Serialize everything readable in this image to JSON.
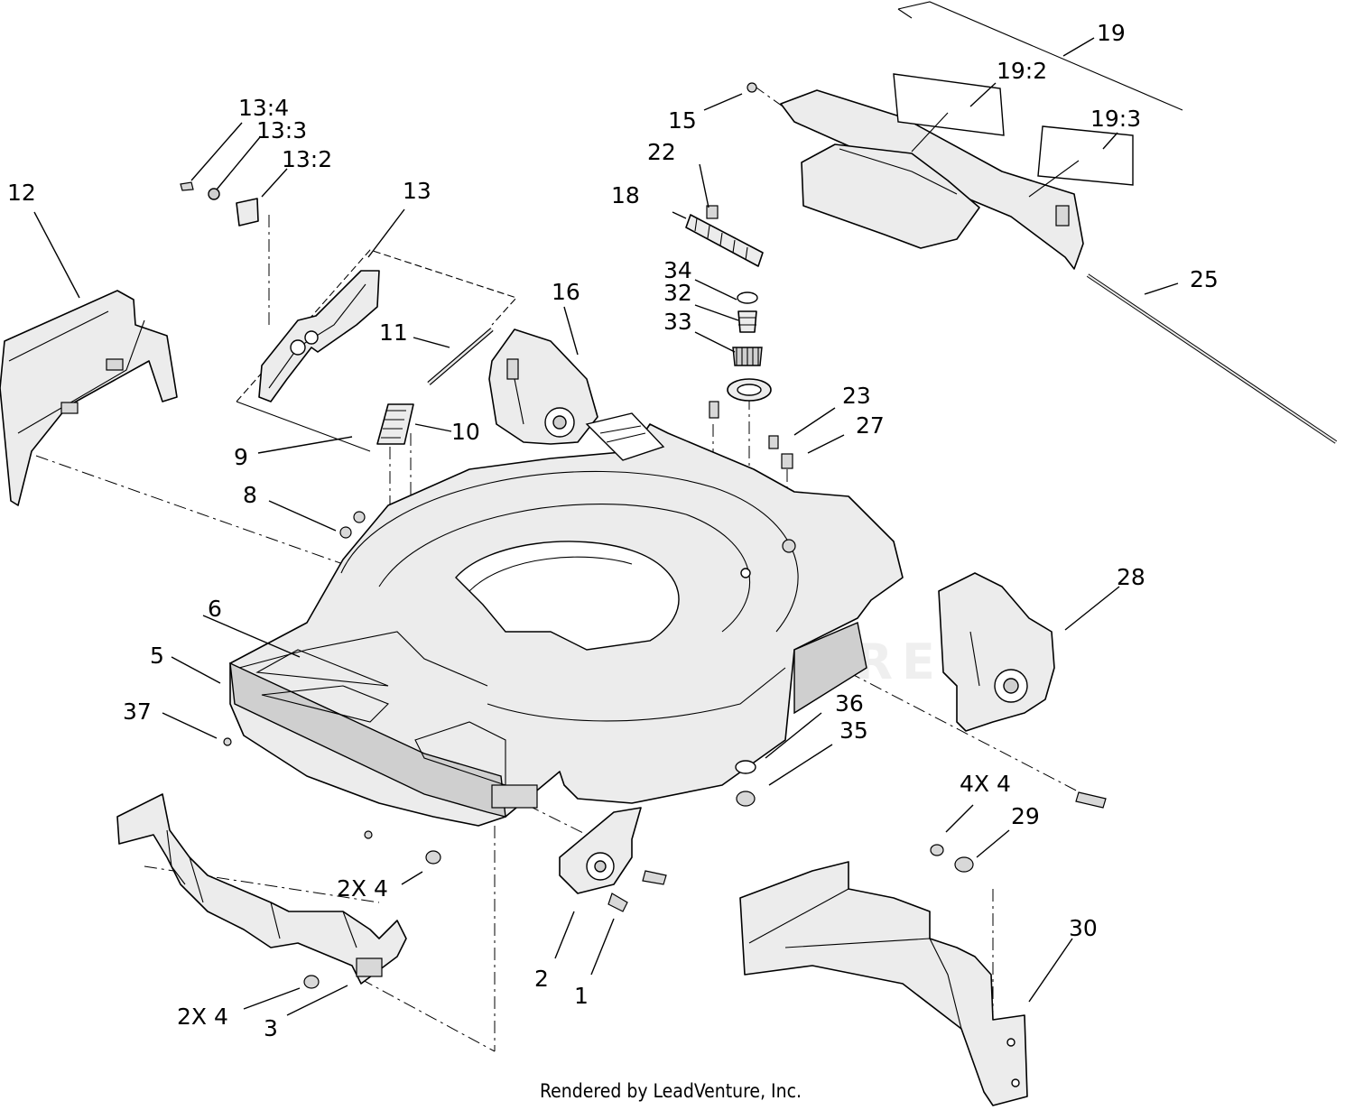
{
  "callouts": {
    "c1": "1",
    "c2": "2",
    "c3": "3",
    "c2x4a": "2X 4",
    "c2x4b": "2X 4",
    "c5": "5",
    "c6": "6",
    "c8": "8",
    "c9": "9",
    "c10": "10",
    "c11": "11",
    "c12": "12",
    "c13": "13",
    "c13_2": "13:2",
    "c13_3": "13:3",
    "c13_4": "13:4",
    "c15": "15",
    "c16": "16",
    "c18": "18",
    "c19": "19",
    "c19_2": "19:2",
    "c19_3": "19:3",
    "c22": "22",
    "c23": "23",
    "c25": "25",
    "c27": "27",
    "c28": "28",
    "c29": "29",
    "c4x4": "4X 4",
    "c30": "30",
    "c32": "32",
    "c33": "33",
    "c34": "34",
    "c35": "35",
    "c36": "36",
    "c37": "37"
  },
  "footer": {
    "credit": "Rendered by LeadVenture, Inc."
  },
  "watermark": {
    "text": "LEADVENTURE"
  }
}
